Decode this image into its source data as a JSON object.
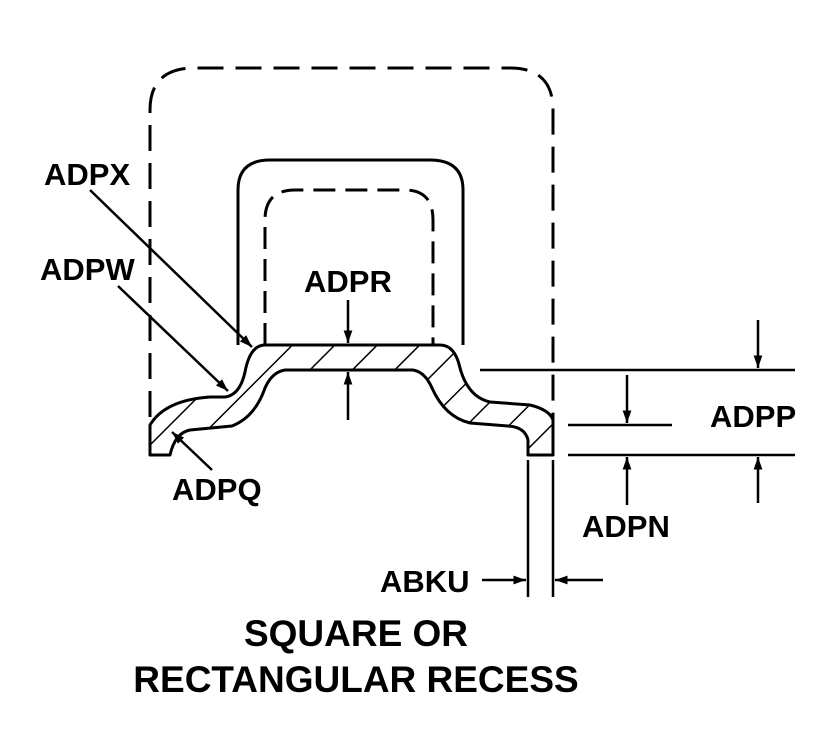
{
  "labels": {
    "adpx": "ADPX",
    "adpw": "ADPW",
    "adpr": "ADPR",
    "adpp": "ADPP",
    "adpq": "ADPQ",
    "adpn": "ADPN",
    "abku": "ABKU"
  },
  "caption": {
    "line1": "SQUARE OR",
    "line2": "RECTANGULAR RECESS"
  },
  "colors": {
    "ink": "#000000",
    "background": "#ffffff"
  }
}
